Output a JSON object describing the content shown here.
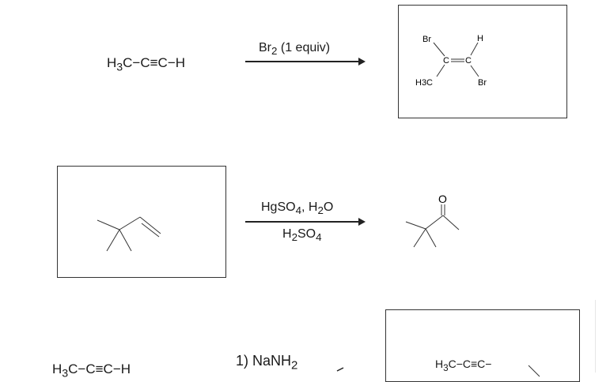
{
  "reaction1": {
    "reactant": {
      "pre": "H",
      "sub": "3",
      "post": "C−C≡C−H"
    },
    "reagent": {
      "pre": "Br",
      "sub": "2",
      "post": " (1 equiv)"
    },
    "product": {
      "labels": {
        "br_top": "Br",
        "h_top": "H",
        "c_left": "C",
        "c_right": "C",
        "h3c": "H3C",
        "br_bottom": "Br"
      }
    }
  },
  "reaction2": {
    "reagent_top": {
      "a": "HgSO",
      "a_sub": "4",
      "b": ", H",
      "b_sub": "2",
      "c": "O"
    },
    "reagent_bottom": {
      "a": "H",
      "a_sub": "2",
      "b": "SO",
      "b_sub": "4"
    },
    "product": {
      "oxygen": "O"
    }
  },
  "reaction3": {
    "reactant": {
      "pre": "H",
      "sub": "3",
      "post": "C−C≡C−H"
    },
    "reagent": {
      "pre": "1) NaNH",
      "sub": "2"
    },
    "product": {
      "pre": "H",
      "sub": "3",
      "post": "C−C≡C−"
    }
  }
}
